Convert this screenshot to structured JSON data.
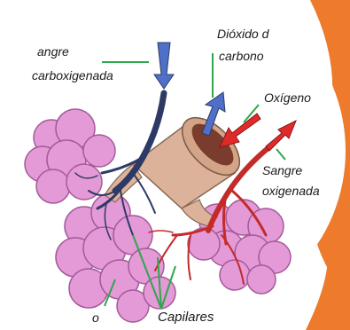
{
  "labels": {
    "deoxygenated_blood_1": "angre",
    "deoxygenated_blood_2": "carboxigenada",
    "co2_1": "Dióxido d",
    "co2_2": "carbono",
    "oxygen": "Oxígeno",
    "oxygenated_blood_1": "Sangre",
    "oxygenated_blood_2": "oxigenada",
    "capillaries": "Capilares",
    "alveoli_partial": "o"
  },
  "colors": {
    "alveoli": "#e39ad6",
    "alveoli_outline": "#a45a9a",
    "vein": "#2d3a66",
    "artery": "#c32b2b",
    "bronchiole": "#dcb39a",
    "co2_arrow": "#4f6fc9",
    "o2_arrow": "#e02a2a",
    "pointer_line": "#2fa64b",
    "orange_panel": "#ee7a2c"
  },
  "icons": [
    "co2-arrow-icon",
    "oxygen-arrow-icon",
    "deoxygenated-blood-arrow-icon",
    "oxygenated-blood-arrow-icon"
  ]
}
